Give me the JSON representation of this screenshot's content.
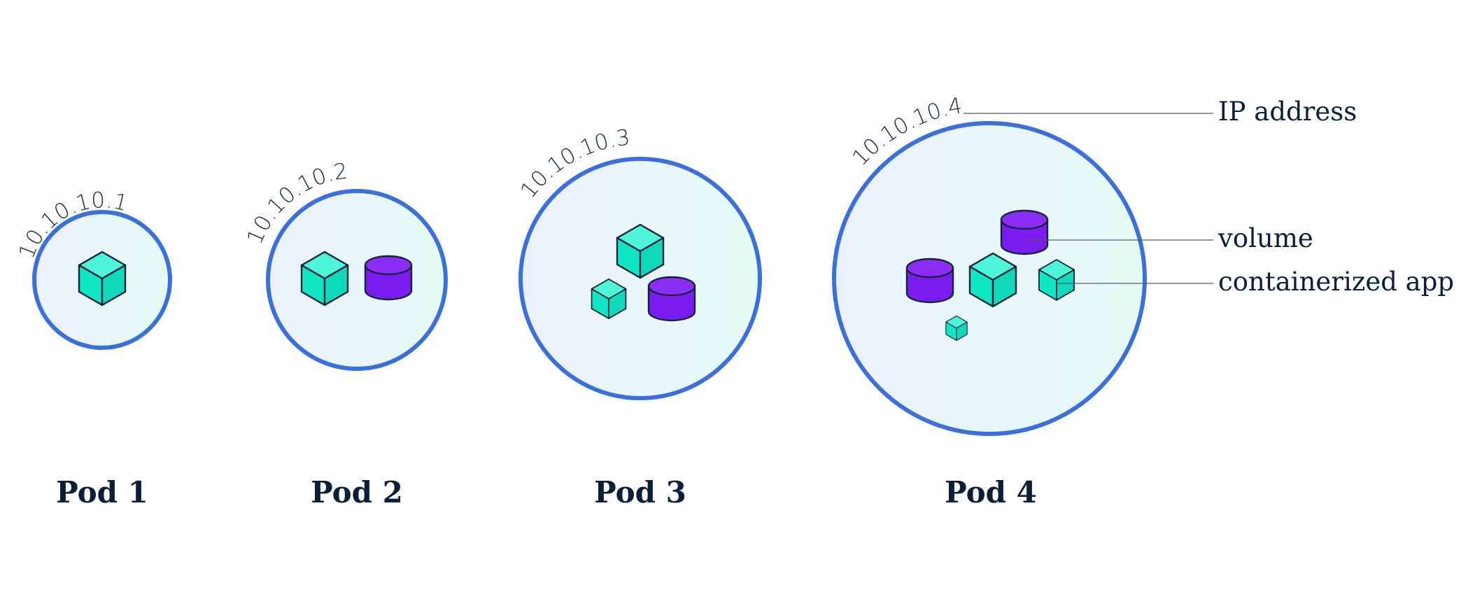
{
  "diagram": {
    "pods": [
      {
        "title": "Pod 1",
        "ip": "10.10.10.1"
      },
      {
        "title": "Pod 2",
        "ip": "10.10.10.2"
      },
      {
        "title": "Pod 3",
        "ip": "10.10.10.3"
      },
      {
        "title": "Pod 4",
        "ip": "10.10.10.4"
      }
    ],
    "legend": {
      "ip": "IP address",
      "volume": "volume",
      "app": "containerized app"
    },
    "icons": {
      "pod": "circle",
      "volume": "cylinder-icon",
      "app": "cube-icon"
    },
    "colors": {
      "pod_border": "#3a6fde",
      "pod_fill_left": "#ebf1fc",
      "pod_fill_right": "#e6fcf6",
      "app": "#0fe6c4",
      "volume": "#7a1cf0",
      "outline": "#14243a",
      "text": "#0b1f3a"
    }
  }
}
